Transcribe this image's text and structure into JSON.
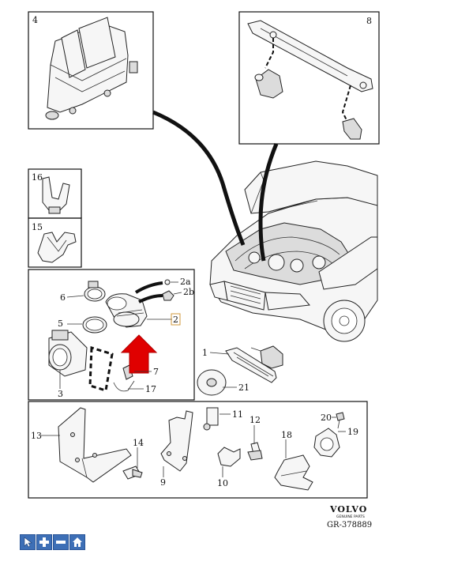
{
  "callouts": {
    "c4": "4",
    "c8": "8",
    "c16": "16",
    "c15": "15",
    "c6": "6",
    "c2a": "2a",
    "c2b": "2b",
    "c2": "2",
    "c5": "5",
    "c3": "3",
    "c7": "7",
    "c17": "17",
    "c1": "1",
    "c21": "21",
    "c13": "13",
    "c14": "14",
    "c9": "9",
    "c11": "11",
    "c10": "10",
    "c12": "12",
    "c18": "18",
    "c20": "20",
    "c19": "19"
  },
  "brand": {
    "name": "VOLVO",
    "subtitle": "GENUINE PARTS"
  },
  "reference": "GR-378889",
  "toolbar": {
    "icons": [
      "cursor-icon",
      "zoom-in-icon",
      "zoom-out-icon",
      "home-icon"
    ]
  },
  "colors": {
    "arrow": "#e00000",
    "toolbar": "#3d6fb6"
  }
}
